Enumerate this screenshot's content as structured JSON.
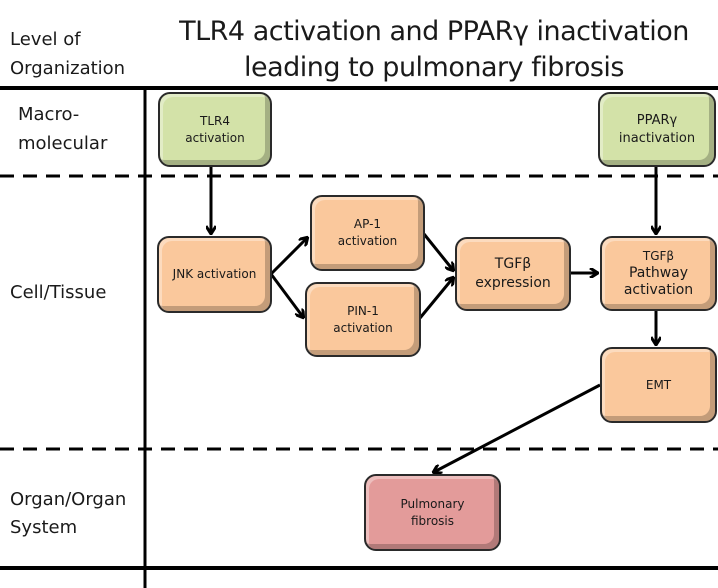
{
  "title_lines": [
    "TLR4 activation and PPARγ inactivation",
    "leading to pulmonary fibrosis"
  ],
  "header_label_lines": [
    "Level of",
    "Organization"
  ],
  "levels": [
    {
      "lines": [
        "Macro-",
        "molecular"
      ]
    },
    {
      "lines": [
        "Cell/Tissue"
      ]
    },
    {
      "lines": [
        "Organ/Organ",
        "System"
      ]
    }
  ],
  "nodes": {
    "tlr4": {
      "lines": [
        "TLR4",
        "activation"
      ],
      "level": "Macro-molecular",
      "color": "#d3e2a8"
    },
    "ppar": {
      "lines": [
        "PPARγ",
        "inactivation"
      ],
      "level": "Macro-molecular",
      "color": "#d3e2a8"
    },
    "jnk": {
      "lines": [
        "JNK activation"
      ],
      "level": "Cell/Tissue",
      "color": "#fac89c"
    },
    "ap1": {
      "lines": [
        "AP-1",
        "activation"
      ],
      "level": "Cell/Tissue",
      "color": "#fac89c"
    },
    "pin1": {
      "lines": [
        "PIN-1",
        "activation"
      ],
      "level": "Cell/Tissue",
      "color": "#fac89c"
    },
    "tgfb_expr": {
      "lines": [
        "TGFβ",
        "expression"
      ],
      "level": "Cell/Tissue",
      "color": "#fac89c"
    },
    "tgfb_path": {
      "lines": [
        "TGFβ",
        "Pathway",
        "activation"
      ],
      "level": "Cell/Tissue",
      "color": "#fac89c"
    },
    "emt": {
      "lines": [
        "EMT"
      ],
      "level": "Cell/Tissue",
      "color": "#fac89c"
    },
    "fibrosis": {
      "lines": [
        "Pulmonary",
        "fibrosis"
      ],
      "level": "Organ/Organ System",
      "color": "#e39b9a"
    }
  },
  "edges": [
    {
      "from": "tlr4",
      "to": "jnk"
    },
    {
      "from": "jnk",
      "to": "ap1"
    },
    {
      "from": "jnk",
      "to": "pin1"
    },
    {
      "from": "ap1",
      "to": "tgfb_expr"
    },
    {
      "from": "pin1",
      "to": "tgfb_expr"
    },
    {
      "from": "tgfb_expr",
      "to": "tgfb_path"
    },
    {
      "from": "ppar",
      "to": "tgfb_path"
    },
    {
      "from": "tgfb_path",
      "to": "emt"
    },
    {
      "from": "emt",
      "to": "fibrosis"
    }
  ]
}
